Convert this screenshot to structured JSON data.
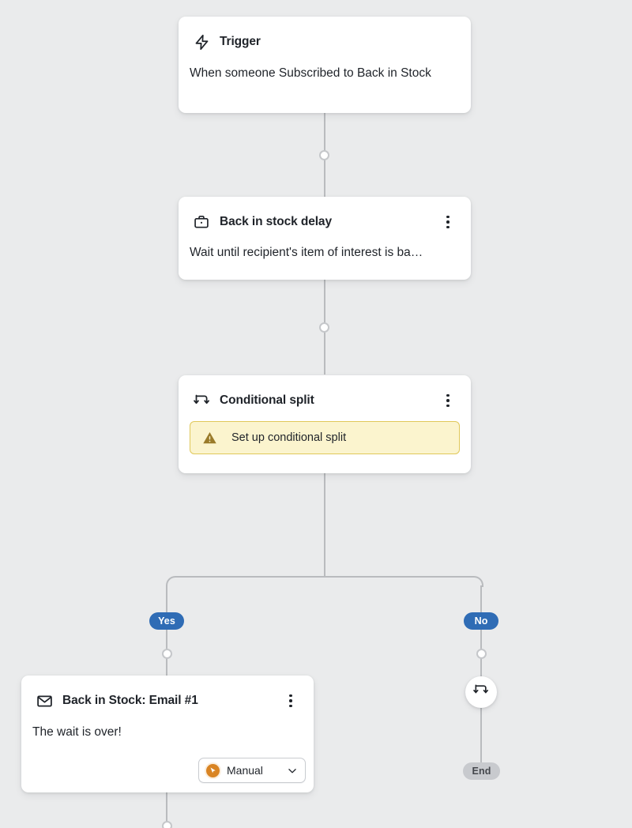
{
  "canvas": {
    "background": "#eaebec",
    "connector_color": "#b9bbbe"
  },
  "nodes": {
    "trigger": {
      "icon": "lightning-bolt-icon",
      "title": "Trigger",
      "body": "When someone Subscribed to Back in Stock"
    },
    "delay": {
      "icon": "briefcase-icon",
      "title": "Back in stock delay",
      "body": "Wait until recipient's item of interest is ba…",
      "menu": "kebab-menu-icon"
    },
    "conditional_split": {
      "icon": "split-branch-icon",
      "title": "Conditional split",
      "menu": "kebab-menu-icon",
      "warning": {
        "icon": "warning-triangle-icon",
        "text": "Set up conditional split",
        "background": "#fbf4ce",
        "border": "#e0c85a",
        "icon_color": "#9a7b2a"
      }
    },
    "email": {
      "icon": "envelope-icon",
      "title": "Back in Stock: Email #1",
      "body": "The wait is over!",
      "menu": "kebab-menu-icon",
      "select": {
        "badge_icon": "cursor-pointer-icon",
        "badge_color": "#d98423",
        "label": "Manual",
        "chevron": "chevron-down-icon"
      }
    },
    "no_branch_split": {
      "icon": "split-branch-icon"
    }
  },
  "branches": {
    "yes_label": "Yes",
    "no_label": "No",
    "end_label": "End",
    "pill_color": "#2f6cb5",
    "end_pill_color": "#c8cace"
  }
}
